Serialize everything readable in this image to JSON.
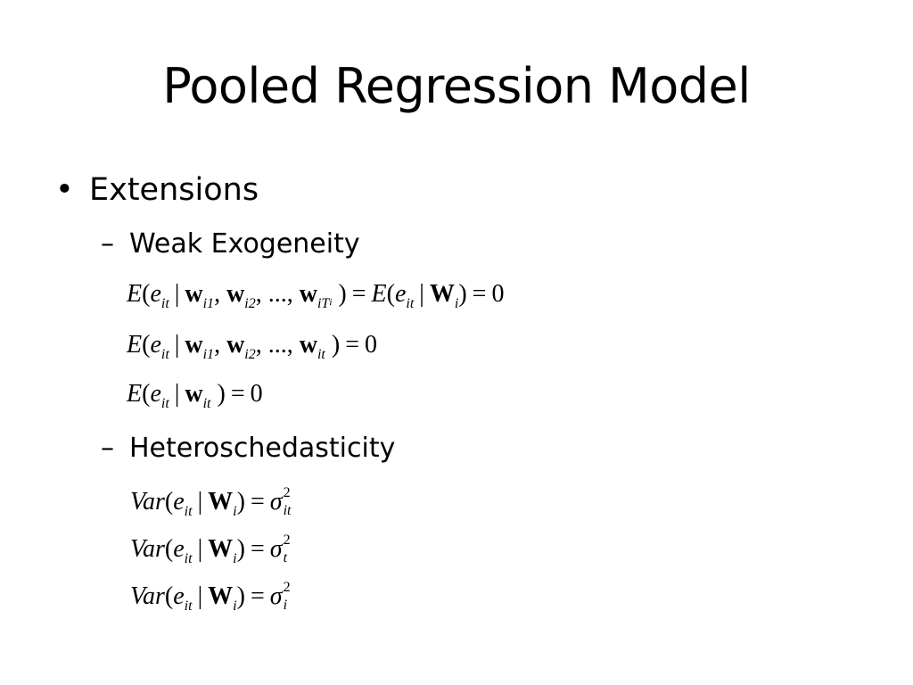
{
  "title": "Pooled Regression Model",
  "bullets": {
    "level1": "Extensions",
    "weak_exogeneity": "Weak Exogeneity",
    "heteroschedasticity": "Heteroschedasticity"
  },
  "symbols": {
    "bullet": "•",
    "dash": "–",
    "E": "E",
    "lparen": "(",
    "rparen": ")",
    "e": "e",
    "it": "it",
    "bar": "|",
    "w": "w",
    "W": "W",
    "i1": "i1",
    "i2": "i2",
    "iT": "iT",
    "i": "i",
    "t": "t",
    "comma": ",",
    "ellipsis": "...,",
    "equals": "=",
    "zero": "0",
    "Var": "Var",
    "sigma": "σ",
    "two": "2"
  }
}
